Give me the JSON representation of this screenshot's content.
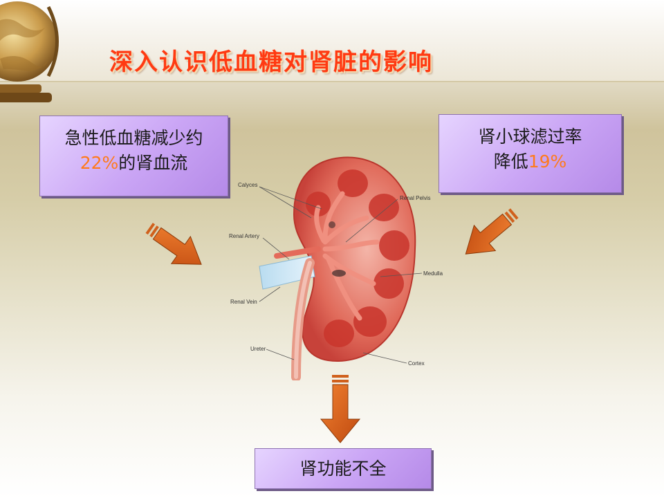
{
  "title": "深入认识低血糖对肾脏的影响",
  "left_box": {
    "line1": "急性低血糖减少约",
    "line2_highlight": "22%",
    "line2_rest": "的肾血流"
  },
  "right_box": {
    "line1": "肾小球滤过率",
    "line2_prefix": "降低",
    "line2_highlight": "19%"
  },
  "bottom_box": {
    "text": "肾功能不全"
  },
  "kidney_labels": {
    "calyces": "Calyces",
    "renal_pelvis": "Renal Pelvis",
    "renal_artery": "Renal Artery",
    "medulla": "Medulla",
    "renal_vein": "Renal Vein",
    "ureter": "Ureter",
    "cortex": "Cortex"
  },
  "colors": {
    "title": "#ff3a12",
    "highlight": "#ff7a1a",
    "box_fill": "#caa5f5",
    "arrow": "#e0601a"
  }
}
